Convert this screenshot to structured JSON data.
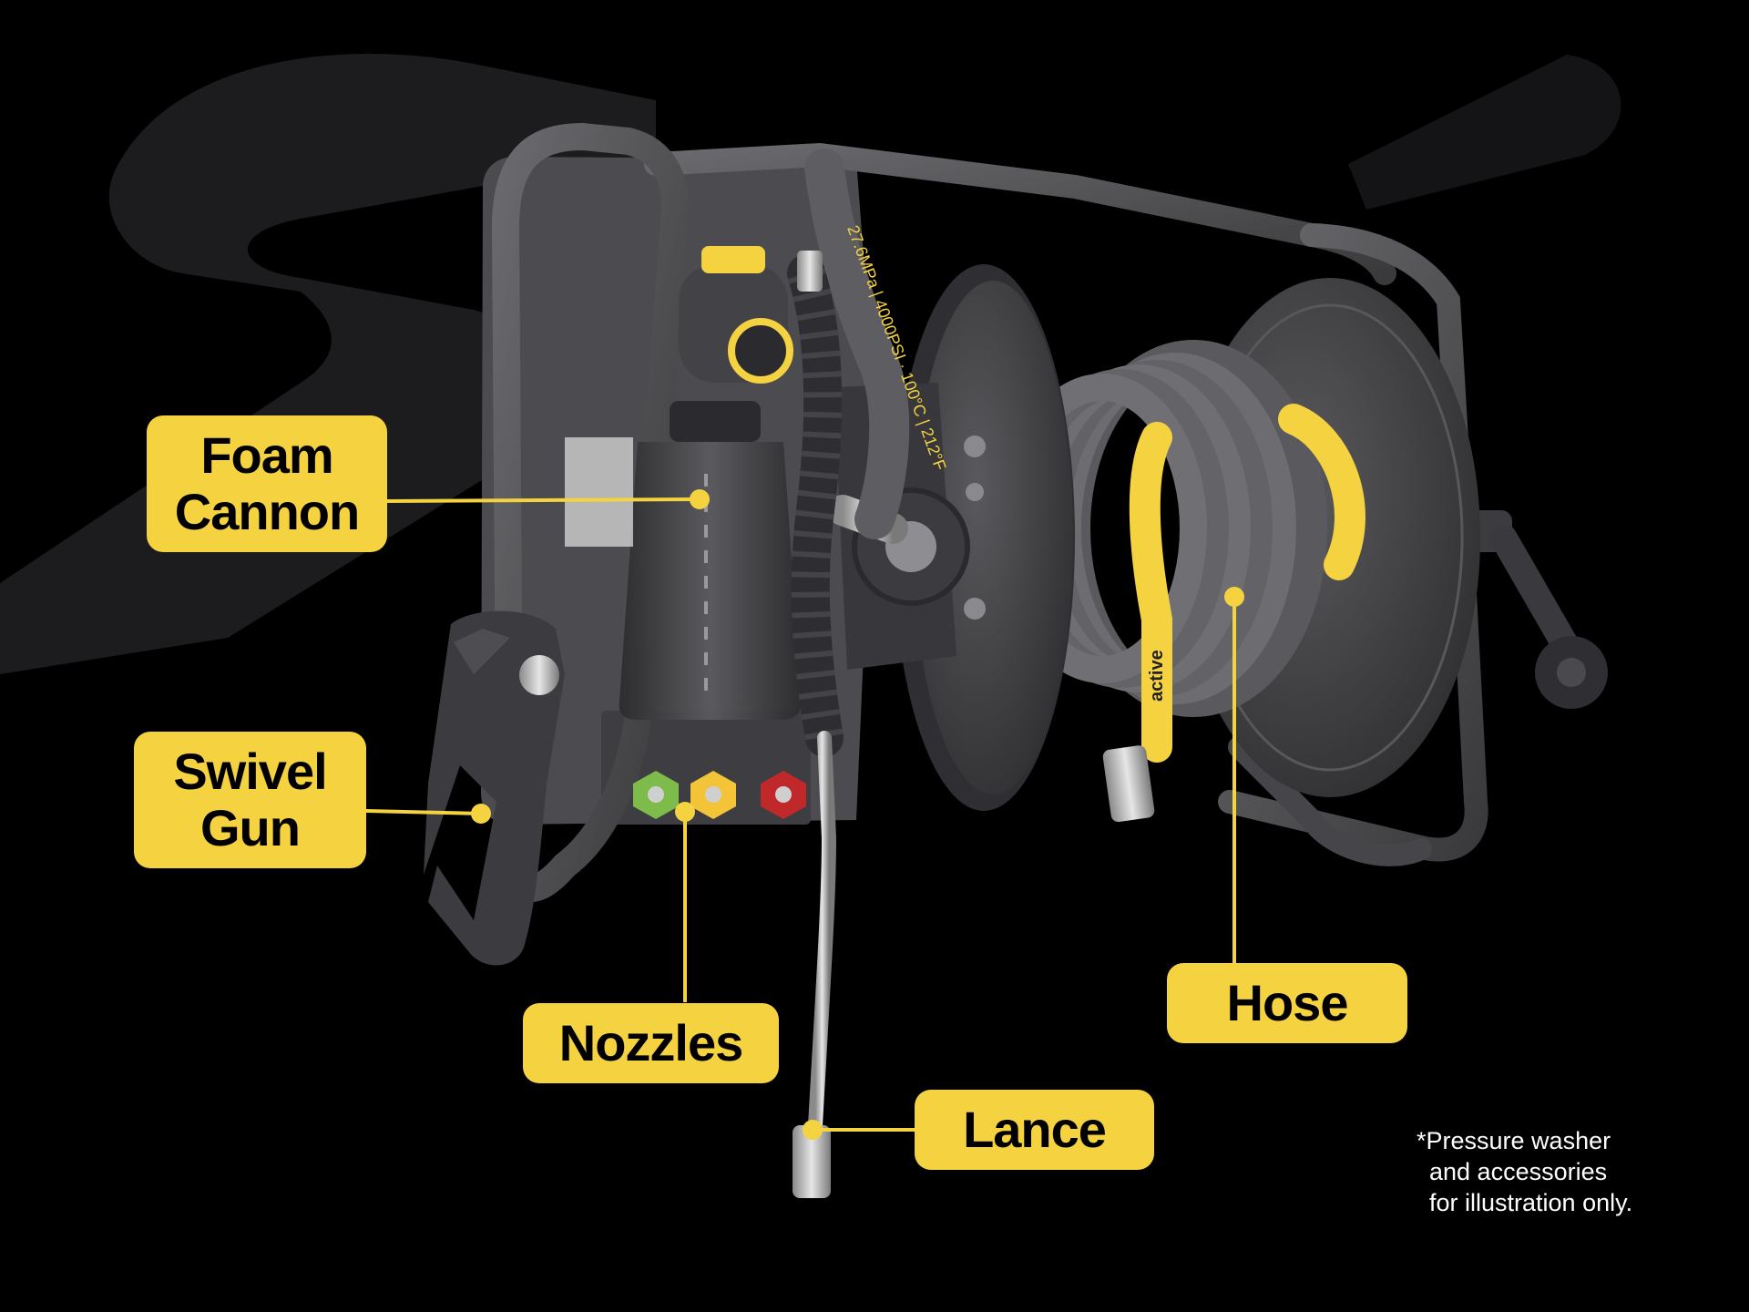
{
  "callouts": {
    "foam_cannon": {
      "line1": "Foam",
      "line2": "Cannon"
    },
    "swivel_gun": {
      "line1": "Swivel",
      "line2": "Gun"
    },
    "nozzles": "Nozzles",
    "lance": "Lance",
    "hose": "Hose"
  },
  "disclaimer": {
    "line1": "*Pressure washer",
    "line2": "and accessories",
    "line3": "for illustration only."
  },
  "hose_print": "27.6MPa | 4000PSI · 100°C | 212°F",
  "hose_brand": "active",
  "colors": {
    "background": "#000000",
    "brand_swoosh": "#1c1c1e",
    "callout": "#f5d23f",
    "frame": "#4a4a4c",
    "hose": "#6a6a6c",
    "accent_hose": "#f5d23f",
    "nozzle_green": "#7dbb4a",
    "nozzle_yellow": "#f3c437",
    "nozzle_red": "#c0282a"
  }
}
